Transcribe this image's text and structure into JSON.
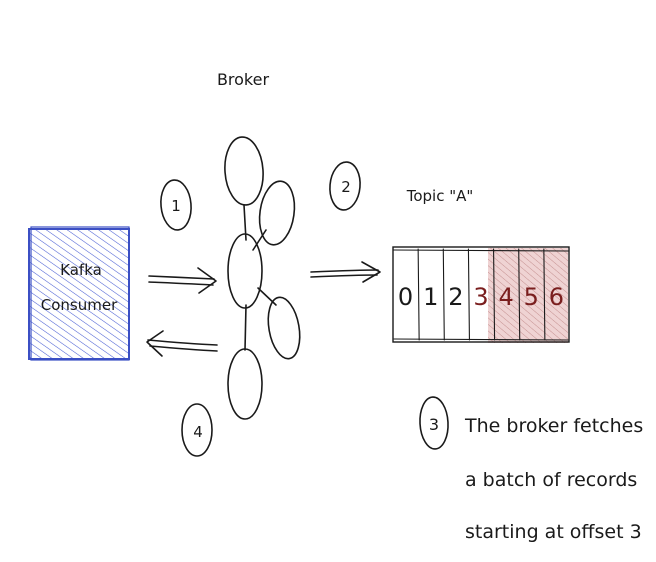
{
  "colors": {
    "ink": "#1a1a1a",
    "consumer_stroke": "#3b4fc4",
    "consumer_hatch": "#4a5fd4",
    "record_fill": "#e8c6c6",
    "record_hatch": "#c08a8a",
    "offset_number": "#7a1e1e"
  },
  "broker": {
    "label": "Broker"
  },
  "consumer": {
    "line1": "Kafka",
    "line2": "Consumer"
  },
  "topic": {
    "label": "Topic \"A\"",
    "offsets": [
      {
        "value": "0",
        "highlighted": false
      },
      {
        "value": "1",
        "highlighted": false
      },
      {
        "value": "2",
        "highlighted": false
      },
      {
        "value": "3",
        "highlighted": true
      },
      {
        "value": "4",
        "highlighted": true
      },
      {
        "value": "5",
        "highlighted": true
      },
      {
        "value": "6",
        "highlighted": true
      }
    ]
  },
  "steps": {
    "s1": "1",
    "s2": "2",
    "s3": "3",
    "s4": "4"
  },
  "note": {
    "line1": "The broker fetches",
    "line2": "a batch of records",
    "line3": "starting at offset 3"
  }
}
